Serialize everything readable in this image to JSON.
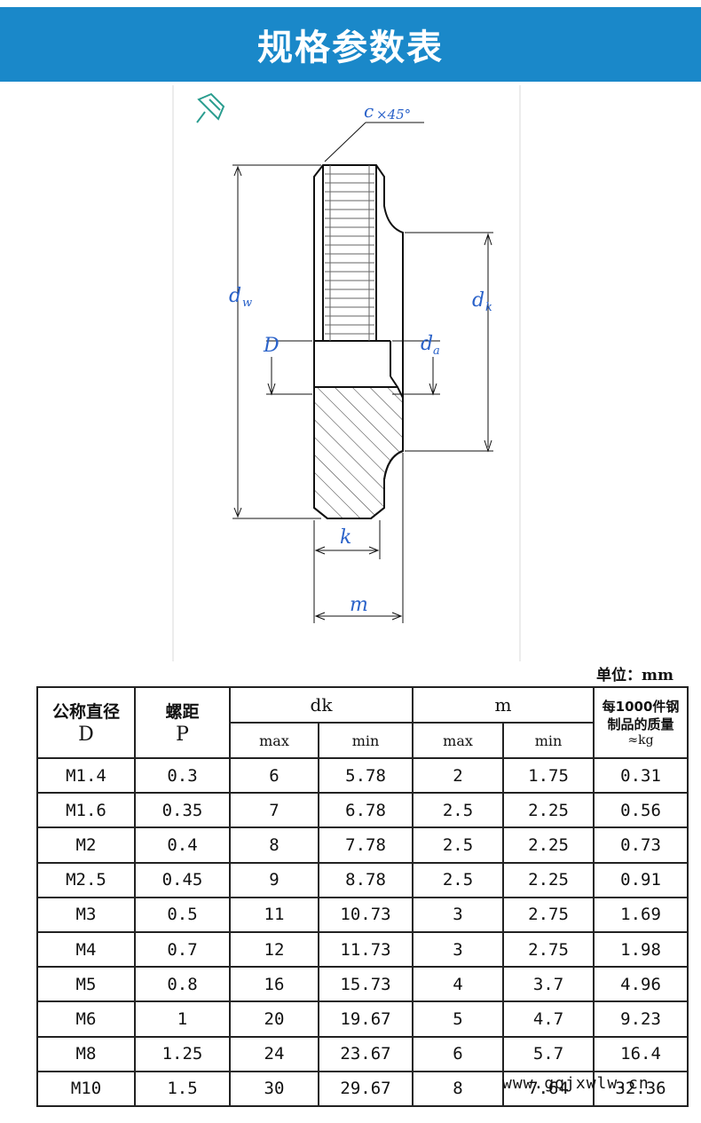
{
  "header": {
    "title": "规格参数表"
  },
  "drawing": {
    "chamfer_c": "c",
    "chamfer_angle": "×45°",
    "label_dw": "d",
    "label_dw_sub": "w",
    "label_dk": "d",
    "label_dk_sub": "k",
    "label_D": "D",
    "label_da": "d",
    "label_da_sub": "a",
    "label_k": "k",
    "label_m": "m"
  },
  "unit_label": "单位：mm",
  "watermark": "www.gqjxwlw.cn",
  "table": {
    "head": {
      "nominal_cn": "公称直径",
      "nominal_sym": "D",
      "pitch_cn": "螺距",
      "pitch_sym": "P",
      "dk": "dk",
      "m": "m",
      "mass_line1": "每1000件钢",
      "mass_line2": "制品的质量",
      "mass_unit": "≈kg",
      "dk_max": "max",
      "dk_min": "min",
      "m_max": "max",
      "m_min": "min"
    },
    "rows": [
      [
        "M1.4",
        "0.3",
        "6",
        "5.78",
        "2",
        "1.75",
        "0.31"
      ],
      [
        "M1.6",
        "0.35",
        "7",
        "6.78",
        "2.5",
        "2.25",
        "0.56"
      ],
      [
        "M2",
        "0.4",
        "8",
        "7.78",
        "2.5",
        "2.25",
        "0.73"
      ],
      [
        "M2.5",
        "0.45",
        "9",
        "8.78",
        "2.5",
        "2.25",
        "0.91"
      ],
      [
        "M3",
        "0.5",
        "11",
        "10.73",
        "3",
        "2.75",
        "1.69"
      ],
      [
        "M4",
        "0.7",
        "12",
        "11.73",
        "3",
        "2.75",
        "1.98"
      ],
      [
        "M5",
        "0.8",
        "16",
        "15.73",
        "4",
        "3.7",
        "4.96"
      ],
      [
        "M6",
        "1",
        "20",
        "19.67",
        "5",
        "4.7",
        "9.23"
      ],
      [
        "M8",
        "1.25",
        "24",
        "23.67",
        "6",
        "5.7",
        "16.4"
      ],
      [
        "M10",
        "1.5",
        "30",
        "29.67",
        "8",
        "7.64",
        "32.36"
      ]
    ]
  },
  "colors": {
    "header_bg": "#1a88c9",
    "dimension_blue": "#2a62c9",
    "pin_green": "#2a9d8f"
  }
}
